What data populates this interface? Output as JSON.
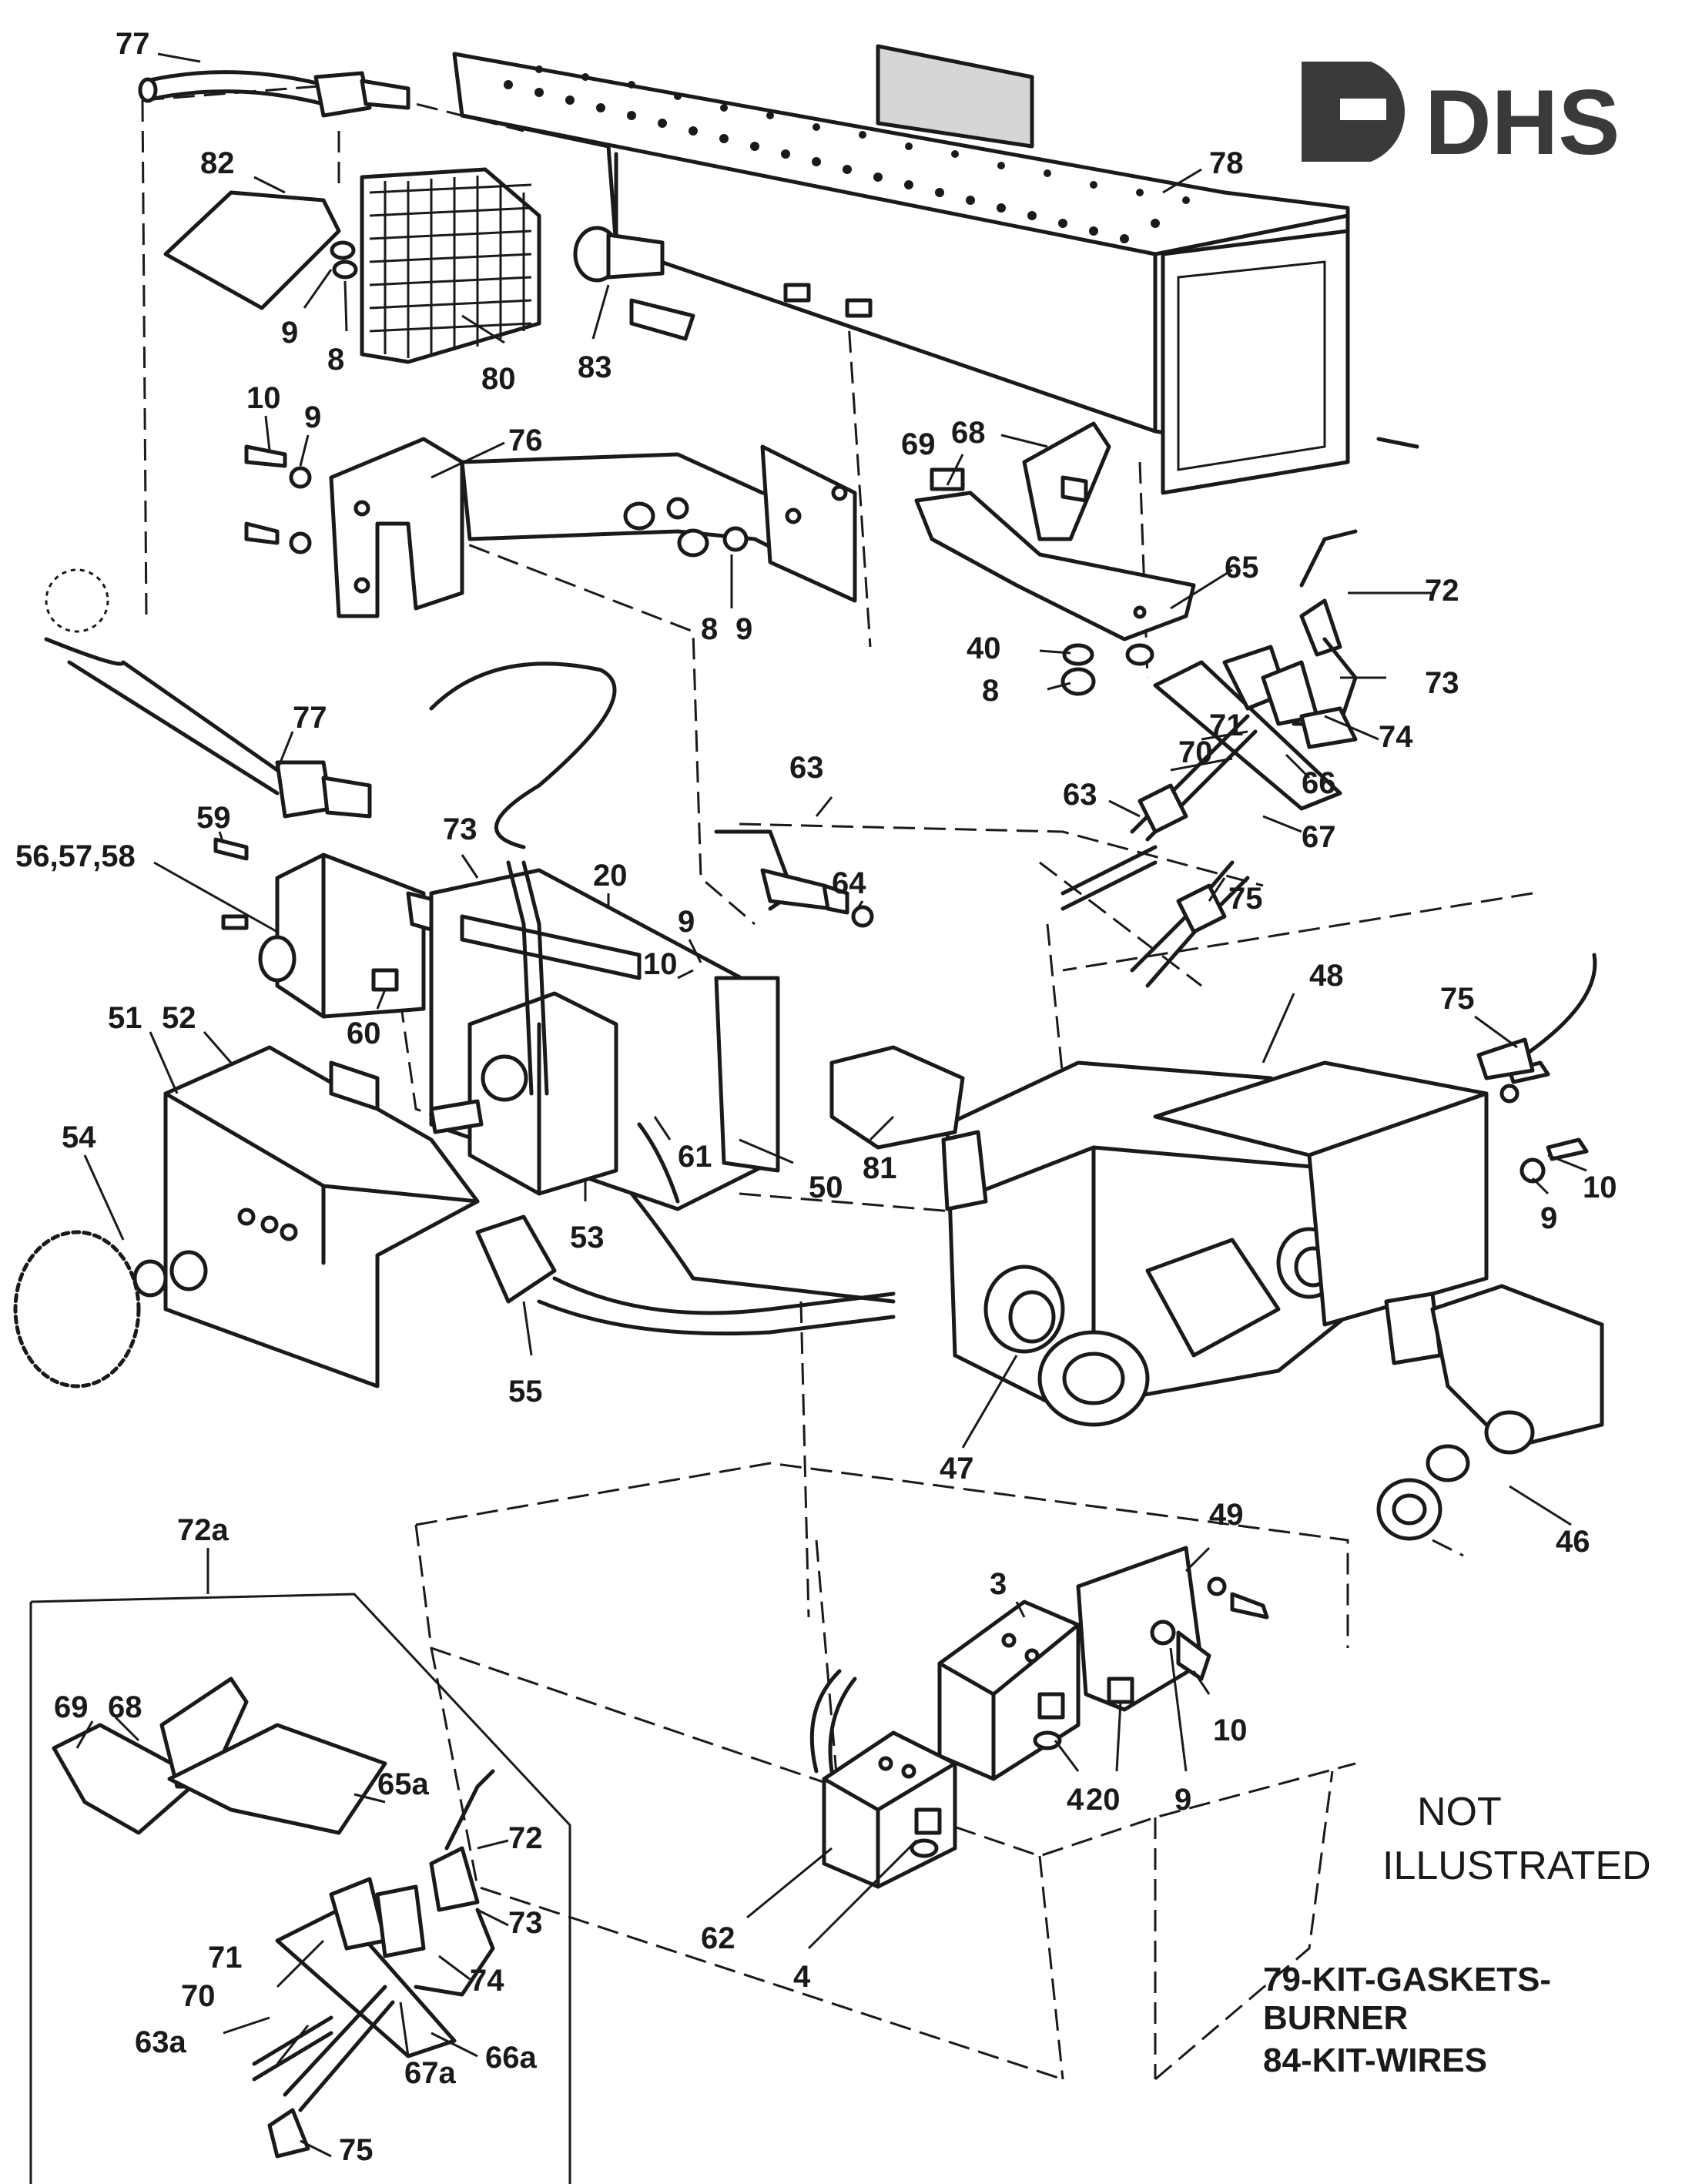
{
  "logo": {
    "text": "DHS"
  },
  "notes": {
    "not_illustrated": [
      "NOT",
      "ILLUSTRATED"
    ],
    "kits": [
      "79-KIT-GASKETS-",
      "BURNER",
      "84-KIT-WIRES"
    ]
  },
  "inset": {
    "title": "72a"
  },
  "parts": {
    "p77a": "77",
    "p82": "82",
    "p78": "78",
    "p9a": "9",
    "p8a": "8",
    "p80": "80",
    "p83": "83",
    "p10a": "10",
    "p9b": "9",
    "p76": "76",
    "p69": "69",
    "p68": "68",
    "p65": "65",
    "p72": "72",
    "p8b": "8",
    "p9c": "9",
    "p40": "40",
    "p8c": "8",
    "p73a": "73",
    "p74": "74",
    "p71": "71",
    "p70": "70",
    "p66": "66",
    "p77b": "77",
    "p63a": "63",
    "p63b": "63",
    "p67": "67",
    "p75a": "75",
    "p59": "59",
    "p73b": "73",
    "p20a": "20",
    "p64": "64",
    "p565758": "56,57,58",
    "p9d": "9",
    "p10b": "10",
    "p48": "48",
    "p75b": "75",
    "p52": "52",
    "p51": "51",
    "p60": "60",
    "p61": "61",
    "p81": "81",
    "p50": "50",
    "p10c": "10",
    "p54": "54",
    "p53": "53",
    "p9e": "9",
    "p55": "55",
    "p47": "47",
    "p46": "46",
    "p49": "49",
    "p3": "3",
    "p10d": "10",
    "p9f": "9",
    "p4a": "4",
    "p20b": "20",
    "p62": "62",
    "p4b": "4",
    "i68": "68",
    "i69": "69",
    "i65a": "65a",
    "i72": "72",
    "i73": "73",
    "i71": "71",
    "i74": "74",
    "i70": "70",
    "i63a": "63a",
    "i67a": "67a",
    "i66a": "66a",
    "i75": "75"
  },
  "colors": {
    "ink": "#1a1a1a",
    "logo": "#3a3a3a",
    "paper": "#ffffff"
  }
}
